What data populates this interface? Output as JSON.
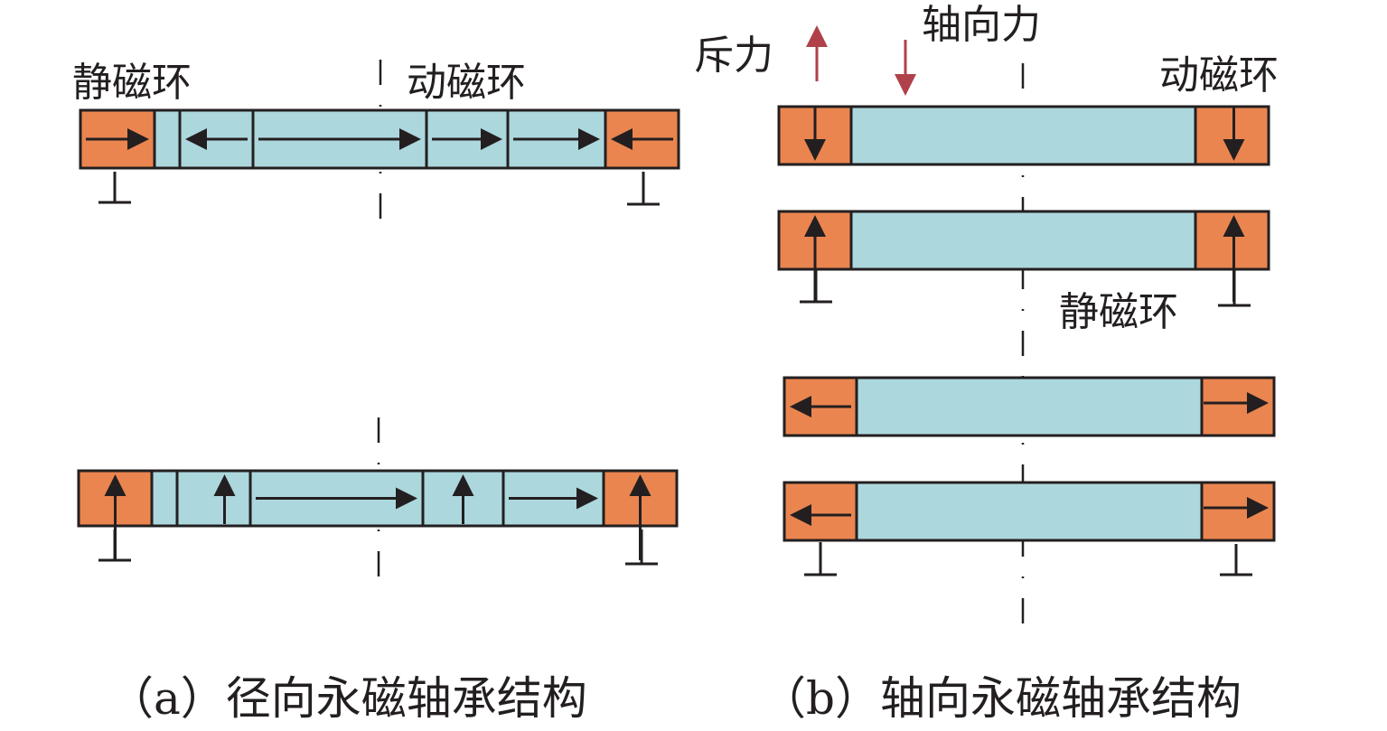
{
  "colors": {
    "stator": "#ea8550",
    "rotor": "#acd7dd",
    "outline": "#231f20",
    "force_arrow": "#b0414a"
  },
  "panel_a": {
    "caption": "（a）径向永磁轴承结构",
    "labels": {
      "static_ring": "静磁环",
      "moving_ring": "动磁环"
    },
    "bars": [
      {
        "name": "top-bar",
        "segments": [
          {
            "role": "stator",
            "arrow": "right"
          },
          {
            "role": "rotor",
            "arrow": "none"
          },
          {
            "role": "rotor",
            "arrow": "left"
          },
          {
            "role": "rotor",
            "arrow": "right"
          },
          {
            "role": "rotor",
            "arrow": "right"
          },
          {
            "role": "rotor",
            "arrow": "right"
          },
          {
            "role": "stator",
            "arrow": "left"
          }
        ]
      },
      {
        "name": "bottom-bar",
        "segments": [
          {
            "role": "stator",
            "arrow": "up"
          },
          {
            "role": "rotor",
            "arrow": "none"
          },
          {
            "role": "rotor",
            "arrow": "up"
          },
          {
            "role": "rotor",
            "arrow": "right"
          },
          {
            "role": "rotor",
            "arrow": "up"
          },
          {
            "role": "rotor",
            "arrow": "right"
          },
          {
            "role": "stator",
            "arrow": "up"
          }
        ]
      }
    ]
  },
  "panel_b": {
    "caption": "（b）轴向永磁轴承结构",
    "labels": {
      "repulsion": "斥力",
      "axial_force": "轴向力",
      "moving_ring": "动磁环",
      "static_ring": "静磁环"
    },
    "bars": [
      {
        "name": "bar-1",
        "left_arrow": "down",
        "right_arrow": "down"
      },
      {
        "name": "bar-2",
        "left_arrow": "up",
        "right_arrow": "up"
      },
      {
        "name": "bar-3",
        "left_arrow": "left",
        "right_arrow": "right"
      },
      {
        "name": "bar-4",
        "left_arrow": "left",
        "right_arrow": "right"
      }
    ]
  }
}
